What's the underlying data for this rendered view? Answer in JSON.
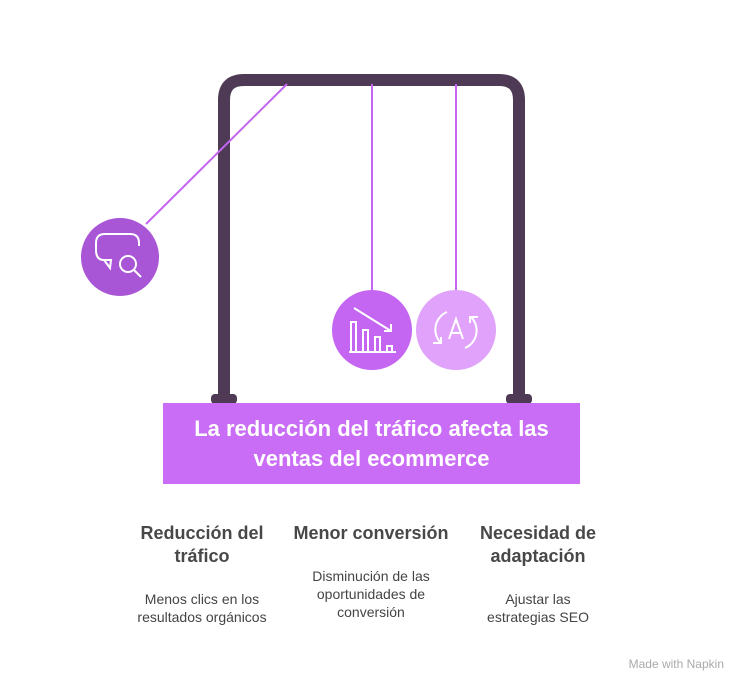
{
  "title": "La reducción del tráfico afecta las ventas del ecommerce",
  "colors": {
    "frame": "#4e3a55",
    "circle1": "#a855d6",
    "circle2": "#c466f2",
    "circle3": "#e0a2fb",
    "banner": "#c96cf6"
  },
  "items": [
    {
      "icon": "chat-search-icon",
      "heading": "Reducción del tráfico",
      "description": "Menos clics en los resultados orgánicos"
    },
    {
      "icon": "declining-bar-chart-icon",
      "heading": "Menor conversión",
      "description": "Disminución de las oportunidades de conversión"
    },
    {
      "icon": "refresh-a-icon",
      "heading": "Necesidad de adaptación",
      "description": "Ajustar las estrategias SEO"
    }
  ],
  "footer": "Made with Napkin"
}
